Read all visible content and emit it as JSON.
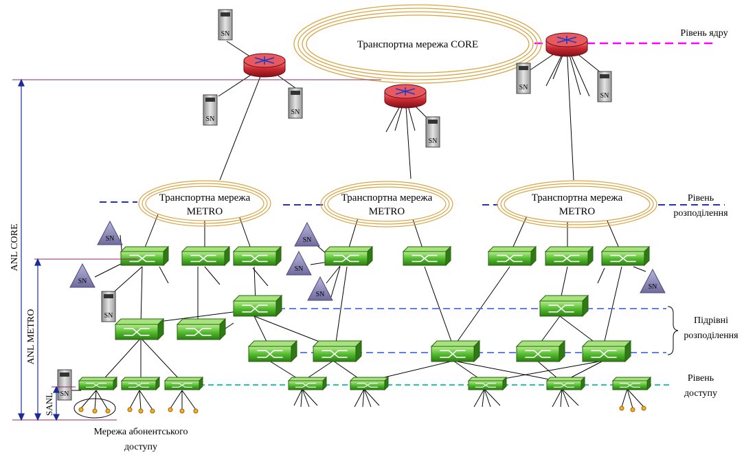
{
  "diagram": {
    "core": "Транспортна мережа CORE",
    "metro_line1": "Транспортна мережа",
    "metro_line2": "METRO",
    "sn": "SN",
    "levels": {
      "core": "Рівень ядру",
      "distribution_1": "Рівень",
      "distribution_2": "розподілення",
      "subdist_1": "Підрівні",
      "subdist_2": "розподілення",
      "access_1": "Рівень",
      "access_2": "доступу"
    },
    "dimensions": {
      "anl_core": "ANL CORE",
      "anl_metro": "ANL METRO",
      "sanl": "SANL"
    },
    "subscriber_1": "Мережа абонентського",
    "subscriber_2": "доступу"
  },
  "colors": {
    "core_level": "#ff00ff",
    "distribution_level": "#1f2fd6",
    "subdist_level": "#4a6cf0",
    "access_level": "#22c7a8",
    "switch": "#3fa81e",
    "router": "#c8232b",
    "triangle": "#8d8ab8",
    "ring": "#d9a441",
    "dim": "#1c2a9c",
    "dim_ext": "#8a2a6a"
  }
}
